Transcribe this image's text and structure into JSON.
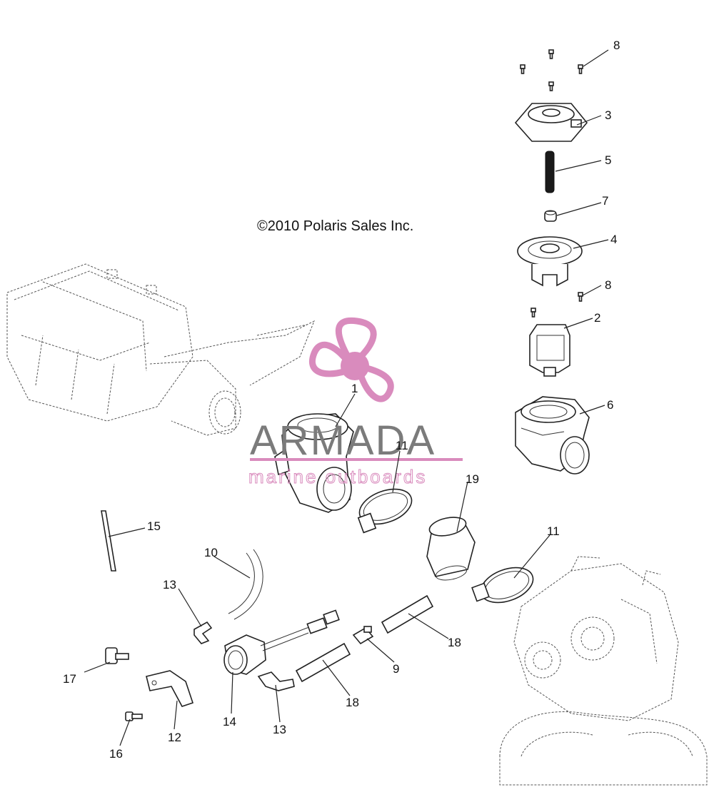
{
  "copyright": "©2010  Polaris Sales Inc.",
  "watermark": {
    "brand": "ARMADA",
    "subtitle": "marine outboards",
    "colors": {
      "pink": "#d98bbd",
      "gray": "#7b7b7b"
    }
  },
  "callouts": [
    {
      "id": "c8a",
      "label": "8"
    },
    {
      "id": "c3",
      "label": "3"
    },
    {
      "id": "c5",
      "label": "5"
    },
    {
      "id": "c7",
      "label": "7"
    },
    {
      "id": "c4",
      "label": "4"
    },
    {
      "id": "c8b",
      "label": "8"
    },
    {
      "id": "c2",
      "label": "2"
    },
    {
      "id": "c6",
      "label": "6"
    },
    {
      "id": "c1",
      "label": "1"
    },
    {
      "id": "c11a",
      "label": "11"
    },
    {
      "id": "c19",
      "label": "19"
    },
    {
      "id": "c11b",
      "label": "11"
    },
    {
      "id": "c15",
      "label": "15"
    },
    {
      "id": "c10",
      "label": "10"
    },
    {
      "id": "c13a",
      "label": "13"
    },
    {
      "id": "c17",
      "label": "17"
    },
    {
      "id": "c12",
      "label": "12"
    },
    {
      "id": "c16",
      "label": "16"
    },
    {
      "id": "c14",
      "label": "14"
    },
    {
      "id": "c13b",
      "label": "13"
    },
    {
      "id": "c18a",
      "label": "18"
    },
    {
      "id": "c9",
      "label": "9"
    },
    {
      "id": "c18b",
      "label": "18"
    }
  ]
}
